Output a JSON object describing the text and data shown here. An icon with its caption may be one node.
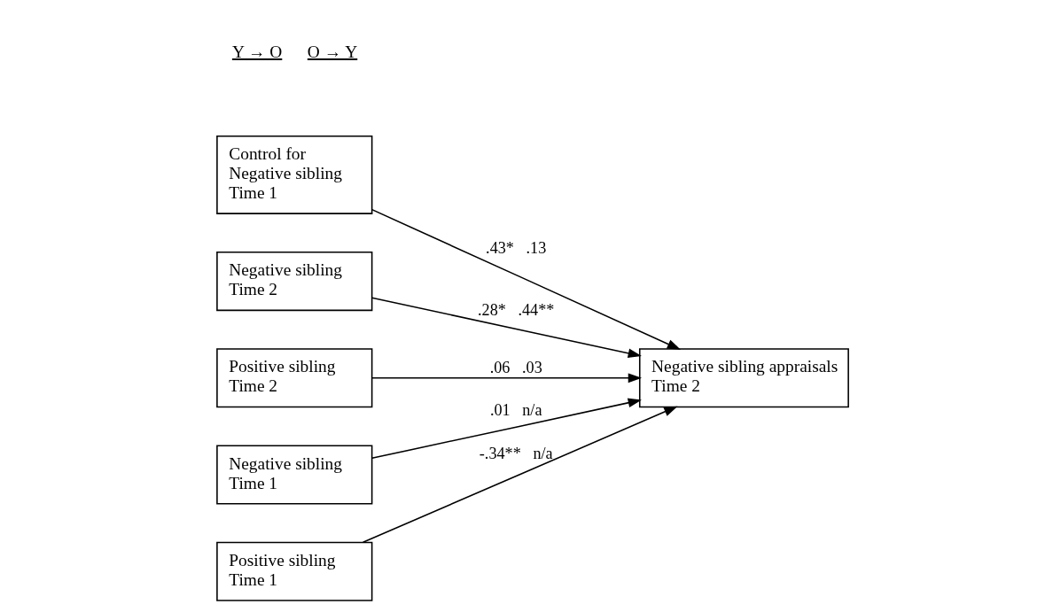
{
  "diagram": {
    "nodes": [
      {
        "text": [
          "Control for Negative sibling Time 1"
        ]
      },
      {
        "text": [
          "Negative sibling Time 2"
        ]
      },
      {
        "text": [
          "Positive sibling Time 2"
        ]
      },
      {
        "text": [
          "Negative sibling Time 1"
        ]
      },
      {
        "text": [
          "Positive sibling Time 1"
        ]
      },
      {
        "text": [
          "Negative sibling appraisals Time 2"
        ]
      }
    ],
    "edges": [
      {
        "from": 0,
        "to": 5,
        "arrow": "to",
        "label": ".43*   .13"
      },
      {
        "from": 1,
        "to": 5,
        "arrow": "to",
        "label": ".28*   .44**"
      },
      {
        "from": 2,
        "to": 5,
        "arrow": "to",
        "label": ".06   .03"
      },
      {
        "from": 3,
        "to": 5,
        "arrow": "to",
        "label": ".01   n/a"
      },
      {
        "from": 4,
        "to": 5,
        "arrow": "to",
        "label": "-.34**   n/a"
      }
    ],
    "labels": [
      "Y → O",
      "O → Y"
    ]
  }
}
